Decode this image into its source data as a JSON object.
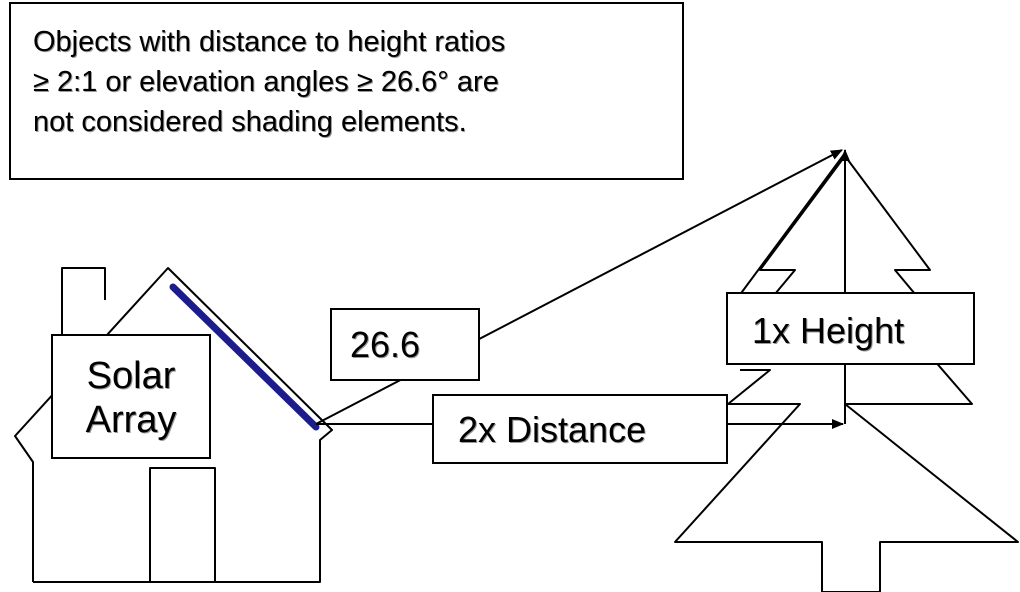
{
  "note": {
    "lines": [
      "Objects with distance to height ratios",
      "≥ 2:1 or elevation angles ≥ 26.6° are",
      "not considered shading elements."
    ]
  },
  "solar_label": {
    "line1": "Solar",
    "line2": "Array"
  },
  "labels": {
    "angle": "26.6",
    "distance": "2x Distance",
    "height": "1x Height"
  },
  "colors": {
    "outline": "#000000",
    "solar_array": "#1c1c8c",
    "text_shadow": "#9a9a9a",
    "background": "#ffffff"
  },
  "icons": [
    "house-outline",
    "chimney",
    "door",
    "tree-outline",
    "arrow-head"
  ]
}
